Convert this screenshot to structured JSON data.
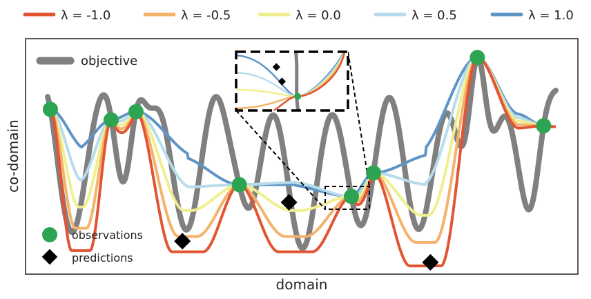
{
  "chart_data": {
    "type": "line",
    "xlabel": "domain",
    "ylabel": "co-domain",
    "grid": false,
    "legend_placement": "top",
    "colors": {
      "objective": "#808080",
      "observations": "#2ca452",
      "predictions": "#000000"
    },
    "series": [
      {
        "name": "λ = -1.0",
        "color": "#e15533"
      },
      {
        "name": "λ = -0.5",
        "color": "#f5b26b"
      },
      {
        "name": "λ = 0.0",
        "color": "#f0ef8f"
      },
      {
        "name": "λ = 0.5",
        "color": "#b7dceb"
      },
      {
        "name": "λ = 1.0",
        "color": "#5e95c6"
      }
    ],
    "objective": {
      "name": "objective"
    },
    "observations_label": "observations",
    "predictions_label": "predictions",
    "observations": [
      {
        "x": 0.045,
        "y": 0.7
      },
      {
        "x": 0.155,
        "y": 0.655
      },
      {
        "x": 0.2,
        "y": 0.69
      },
      {
        "x": 0.387,
        "y": 0.38
      },
      {
        "x": 0.59,
        "y": 0.33
      },
      {
        "x": 0.63,
        "y": 0.43
      },
      {
        "x": 0.818,
        "y": 0.92
      },
      {
        "x": 0.938,
        "y": 0.63
      }
    ],
    "predictions": [
      {
        "x": 0.284,
        "y": 0.14
      },
      {
        "x": 0.477,
        "y": 0.305
      },
      {
        "x": 0.733,
        "y": 0.05
      }
    ]
  }
}
